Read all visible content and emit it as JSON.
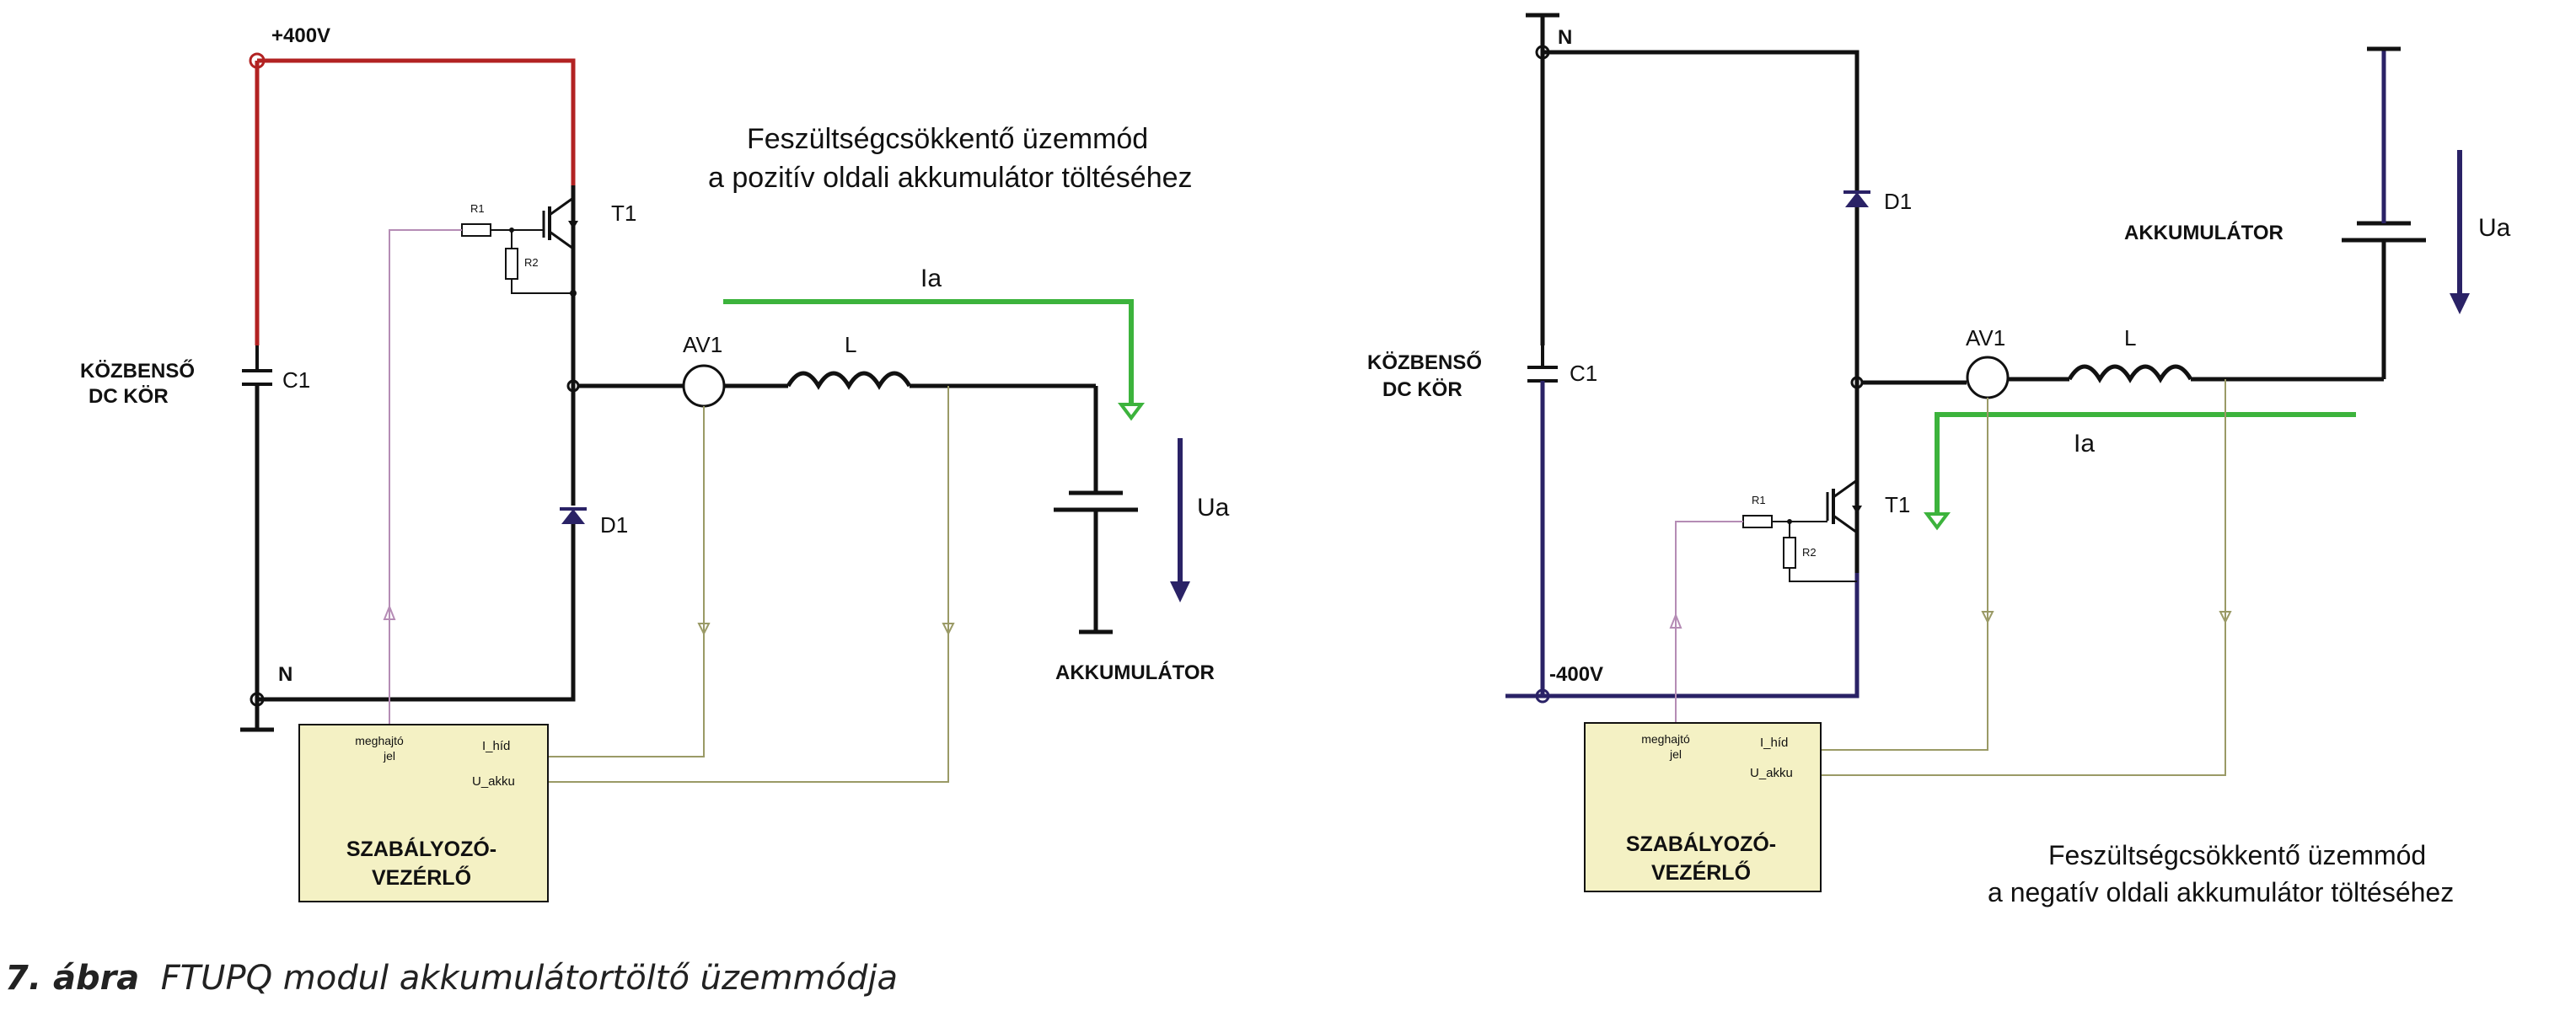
{
  "left": {
    "title_line1": "Feszültségcsökkentő üzemmód",
    "title_line2": "a pozitív oldali akkumulátor töltéséhez",
    "rail_top": "+400V",
    "rail_bottom": "N",
    "dc_line1": "KÖZBENSŐ",
    "dc_line2": "DC KÖR",
    "c1": "C1",
    "t1": "T1",
    "d1": "D1",
    "r1": "R1",
    "r2": "R2",
    "av1": "AV1",
    "l": "L",
    "ia": "Ia",
    "ua": "Ua",
    "battery": "AKKUMULÁTOR",
    "ctrl_drive_1": "meghajtó",
    "ctrl_drive_2": "jel",
    "ctrl_ihid": "I_híd",
    "ctrl_uakku": "U_akku",
    "ctrl_title_1": "SZABÁLYOZÓ-",
    "ctrl_title_2": "VEZÉRLŐ"
  },
  "right": {
    "title_line1": "Feszültségcsökkentő üzemmód",
    "title_line2": "a negatív oldali akkumulátor töltéséhez",
    "rail_top": "N",
    "rail_bottom": "-400V",
    "dc_line1": "KÖZBENSŐ",
    "dc_line2": "DC KÖR",
    "c1": "C1",
    "t1": "T1",
    "d1": "D1",
    "r1": "R1",
    "r2": "R2",
    "av1": "AV1",
    "l": "L",
    "ia": "Ia",
    "ua": "Ua",
    "battery": "AKKUMULÁTOR",
    "ctrl_drive_1": "meghajtó",
    "ctrl_drive_2": "jel",
    "ctrl_ihid": "I_híd",
    "ctrl_uakku": "U_akku",
    "ctrl_title_1": "SZABÁLYOZÓ-",
    "ctrl_title_2": "VEZÉRLŐ"
  },
  "caption": {
    "number": "7. ábra",
    "text": "FTUPQ modul akkumulátortöltő üzemmódja"
  },
  "colors": {
    "positive_rail": "#b22222",
    "negative_rail": "#2a2266",
    "current_arrow": "#3cb33c",
    "voltage_arrow": "#2a2266",
    "controller_fill": "#f4f1c4",
    "signal_line": "#9a9a66",
    "drive_line": "#b58cb5"
  }
}
